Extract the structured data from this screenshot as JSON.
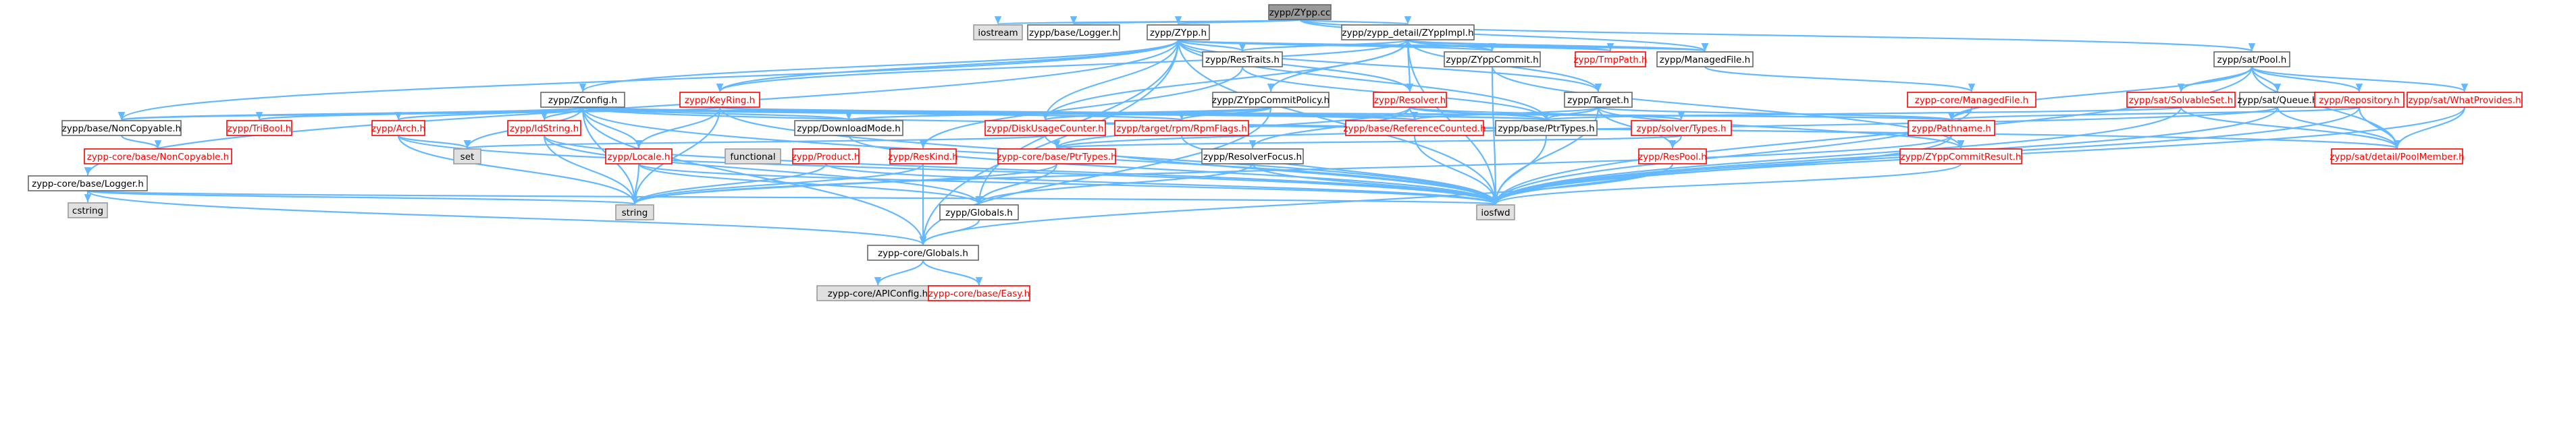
{
  "graph": {
    "nodes": {
      "root": "zypp/ZYpp.cc",
      "iostream": "iostream",
      "base_logger": "zypp/base/Logger.h",
      "zypp_h": "zypp/ZYpp.h",
      "zyppimpl": "zypp/zypp_detail/ZYppImpl.h",
      "pool_h": "zypp/sat/Pool.h",
      "restraits": "zypp/ResTraits.h",
      "zyppcommit": "zypp/ZYppCommit.h",
      "tmppath": "zypp/TmpPath.h",
      "managedfile": "zypp/ManagedFile.h",
      "zconfig": "zypp/ZConfig.h",
      "keyring": "zypp/KeyRing.h",
      "commitpolicy": "zypp/ZYppCommitPolicy.h",
      "resolver": "zypp/Resolver.h",
      "target": "zypp/Target.h",
      "core_managedfile": "zypp-core/ManagedFile.h",
      "solvableset": "zypp/sat/SolvableSet.h",
      "queue": "zypp/sat/Queue.h",
      "repository": "zypp/Repository.h",
      "whatprovides": "zypp/sat/WhatProvides.h",
      "noncopyable": "zypp/base/NonCopyable.h",
      "tribool": "zypp/TriBool.h",
      "arch": "zypp/Arch.h",
      "idstring": "zypp/IdString.h",
      "downloadmode": "zypp/DownloadMode.h",
      "diskusage": "zypp/DiskUsageCounter.h",
      "rpmflags": "zypp/target/rpm/RpmFlags.h",
      "refcounted": "zypp/base/ReferenceCounted.h",
      "ptrtypes": "zypp/base/PtrTypes.h",
      "solvertypes": "zypp/solver/Types.h",
      "pathname": "zypp/Pathname.h",
      "core_noncopyable": "zypp-core/base/NonCopyable.h",
      "set": "set",
      "functional": "functional",
      "locale": "zypp/Locale.h",
      "product": "zypp/Product.h",
      "reskind": "zypp/ResKind.h",
      "core_ptrtypes": "zypp-core/base/PtrTypes.h",
      "resolverfocus": "zypp/ResolverFocus.h",
      "respool": "zypp/ResPool.h",
      "commitresult": "zypp/ZYppCommitResult.h",
      "poolmember": "zypp/sat/detail/PoolMember.h",
      "core_logger": "zypp-core/base/Logger.h",
      "cstring": "cstring",
      "string": "string",
      "globals": "zypp/Globals.h",
      "iosfwd": "iosfwd",
      "core_globals": "zypp-core/Globals.h",
      "apiconfig": "zypp-core/APIConfig.h",
      "easy": "zypp-core/base/Easy.h"
    }
  }
}
